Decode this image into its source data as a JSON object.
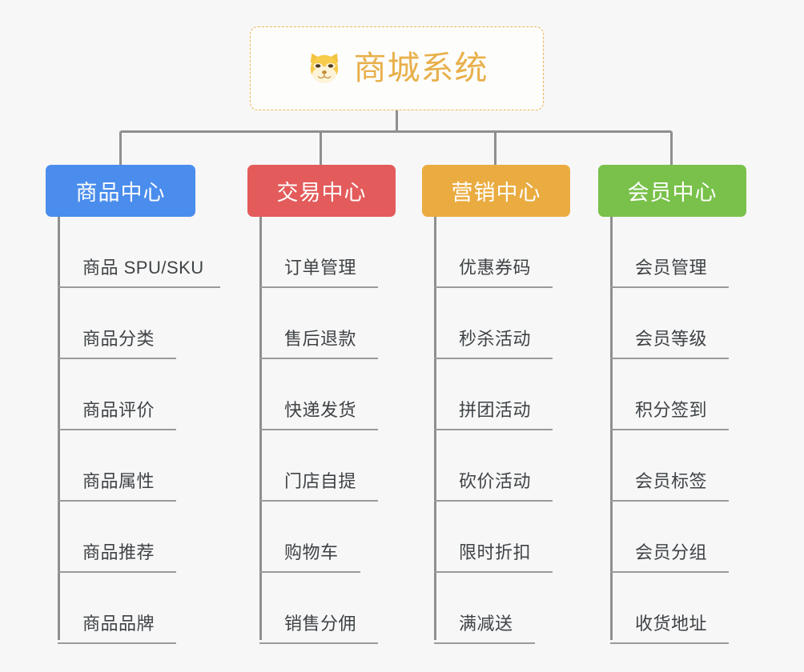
{
  "page": {
    "background_color": "#f7f7f7",
    "line_color": "#8f8f8f",
    "leaf_text_color": "#3f4346"
  },
  "root": {
    "title": "商城系统",
    "icon": "shiba-dog-face-icon",
    "text_color": "#e8b04b",
    "border_color": "#eab654",
    "background_color": "#fdfdfc"
  },
  "categories": [
    {
      "label": "商品中心",
      "color": "#4a8ded",
      "items": [
        "商品 SPU/SKU",
        "商品分类",
        "商品评价",
        "商品属性",
        "商品推荐",
        "商品品牌"
      ]
    },
    {
      "label": "交易中心",
      "color": "#e35b5b",
      "items": [
        "订单管理",
        "售后退款",
        "快递发货",
        "门店自提",
        "购物车",
        "销售分佣"
      ]
    },
    {
      "label": "营销中心",
      "color": "#eaac41",
      "items": [
        "优惠券码",
        "秒杀活动",
        "拼团活动",
        "砍价活动",
        "限时折扣",
        "满减送"
      ]
    },
    {
      "label": "会员中心",
      "color": "#79c14a",
      "items": [
        "会员管理",
        "会员等级",
        "积分签到",
        "会员标签",
        "会员分组",
        "收货地址"
      ]
    }
  ]
}
